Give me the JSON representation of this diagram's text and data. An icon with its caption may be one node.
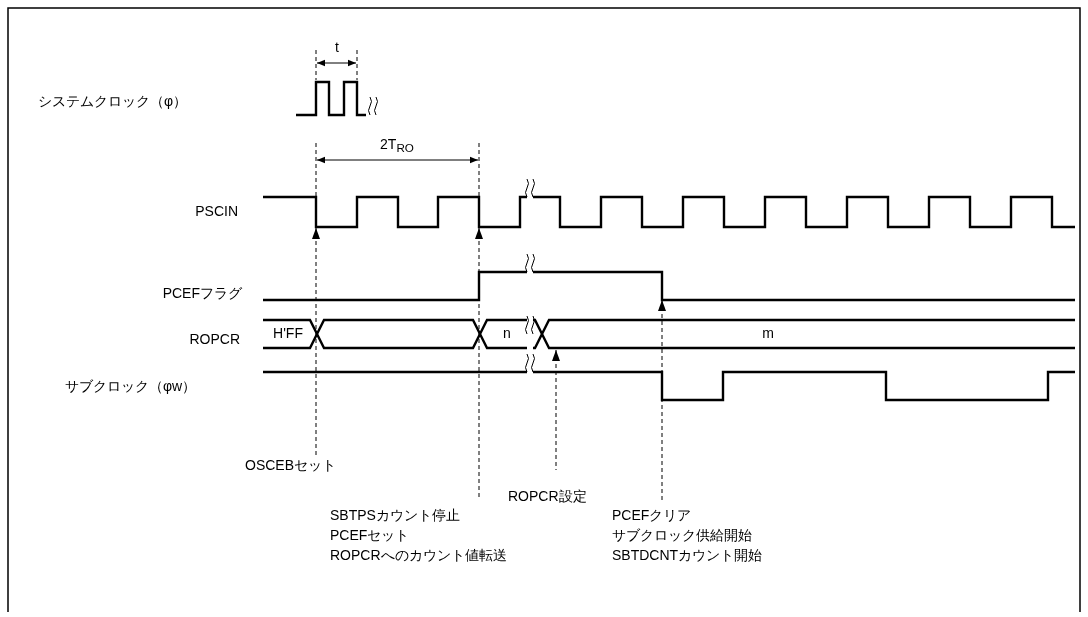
{
  "diagram": {
    "labels": [
      "t",
      "システムクロック（φ）",
      "2T$_{RO}$",
      "PSCIN",
      "PCEFフラグ",
      "ROPCR",
      "H'FF",
      "n",
      "m",
      "サブクロック（φw）",
      "OSCEBセット",
      "ROPCR設定",
      "SBTPSカウント停止",
      "PCEFセット",
      "ROPCRへのカウント値転送",
      "PCEFクリア",
      "サブクロック供給開始",
      "SBTDCNTカウント開始"
    ]
  }
}
